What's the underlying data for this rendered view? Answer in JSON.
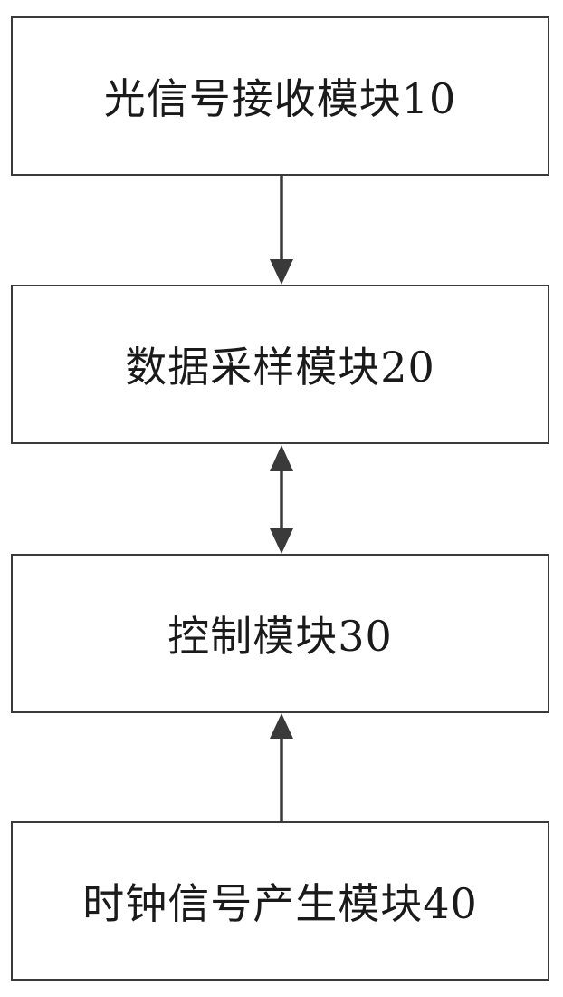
{
  "diagram": {
    "blocks": [
      {
        "id": "b1",
        "label": "光信号接收模块10"
      },
      {
        "id": "b2",
        "label": "数据采样模块20"
      },
      {
        "id": "b3",
        "label": "控制模块30"
      },
      {
        "id": "b4",
        "label": "时钟信号产生模块40"
      }
    ],
    "connections": [
      {
        "from": "b1",
        "to": "b2",
        "direction": "down"
      },
      {
        "from": "b2",
        "to": "b3",
        "direction": "bidirectional"
      },
      {
        "from": "b4",
        "to": "b3",
        "direction": "up"
      }
    ],
    "colors": {
      "stroke": "#3a3a3a",
      "text": "#1a1a1a",
      "background": "#ffffff"
    }
  }
}
